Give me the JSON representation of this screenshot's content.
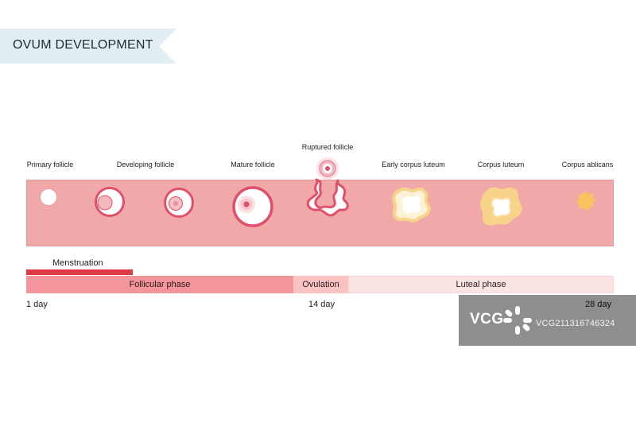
{
  "title": "OVUM DEVELOPMENT",
  "stages": [
    {
      "id": "primary",
      "label": "Primary follicle"
    },
    {
      "id": "developing",
      "label": "Developing follicle"
    },
    {
      "id": "mature",
      "label": "Mature follicle"
    },
    {
      "id": "ruptured",
      "label": "Ruptured follicle"
    },
    {
      "id": "early-corpus-luteum",
      "label": "Early corpus luteum"
    },
    {
      "id": "corpus-luteum",
      "label": "Corpus luteum"
    },
    {
      "id": "corpus-albicans",
      "label": "Corpus ablicans"
    }
  ],
  "menstruation": "Menstruation",
  "phases": {
    "follicular": "Follicular phase",
    "ovulation": "Ovulation",
    "luteal": "Luteal phase"
  },
  "days": {
    "start": "1 day",
    "ovulation": "14 day",
    "end": "28 day"
  },
  "watermark": {
    "logo": "VCG",
    "id": "VCG211316746324"
  },
  "colors": {
    "band": "#f0a8a8",
    "follicle_outline": "#e0506a",
    "menstruation": "#e03b45",
    "follicular_phase": "#f4959b",
    "ovulation_phase": "#fac3c3",
    "luteal_phase": "#fde4e4",
    "corpus_yellow": "#f7d48a"
  }
}
